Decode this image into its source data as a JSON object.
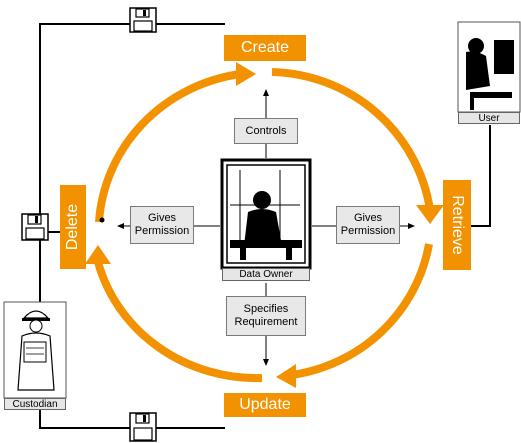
{
  "phases": {
    "create": "Create",
    "retrieve": "Retrieve",
    "update": "Update",
    "delete": "Delete"
  },
  "relations": {
    "controls": "Controls",
    "gives_permission_left": [
      "Gives",
      "Permission"
    ],
    "gives_permission_right": [
      "Gives",
      "Permission"
    ],
    "specifies_requirement": [
      "Specifies",
      "Requirement"
    ]
  },
  "roles": {
    "data_owner": "Data Owner",
    "user": "User",
    "custodian": "Custodian"
  },
  "colors": {
    "accent": "#f39200",
    "box_fill": "#e8e8e8",
    "line": "#000000"
  },
  "icons": [
    "floppy-disk-icon",
    "data-owner-figure",
    "user-figure",
    "custodian-figure"
  ]
}
